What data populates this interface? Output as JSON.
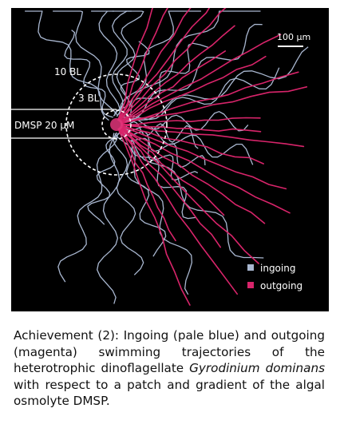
{
  "figure": {
    "scale_bar_label": "100 μm",
    "ring_outer_label": "10 BL",
    "ring_inner_label": "3 BL",
    "patch_label": "DMSP 20 μM",
    "legend": [
      {
        "label": "ingoing",
        "color": "#a9b7d0"
      },
      {
        "label": "outgoing",
        "color": "#d8246a"
      }
    ],
    "colors": {
      "background": "#000000",
      "ingoing": "#a9b7d0",
      "outgoing": "#d8246a",
      "annotation": "#ffffff"
    }
  },
  "caption": {
    "part1": "Achievement (2): Ingoing (pale blue) and outgoing (magenta) swimming trajectories of the heterotrophic dinoflagellate ",
    "species_genus": "Gyrodinium",
    "space": " ",
    "species_epithet": "dominans",
    "part2": " with respect to a patch and gradient of the algal osmolyte DMSP."
  }
}
